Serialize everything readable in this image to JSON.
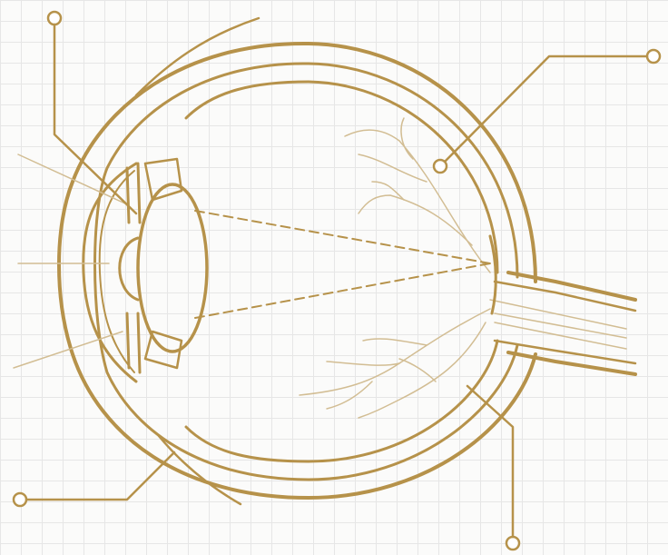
{
  "diagram": {
    "subject": "eye-cross-section",
    "callouts": [
      {
        "id": "callout-top-left"
      },
      {
        "id": "callout-top-right"
      },
      {
        "id": "callout-bottom-left"
      },
      {
        "id": "callout-bottom-right"
      }
    ]
  },
  "colors": {
    "line": "#b6924a",
    "line_light": "#d2bd93",
    "grid": "#e6e6e6",
    "background": "#fbfbfa"
  }
}
